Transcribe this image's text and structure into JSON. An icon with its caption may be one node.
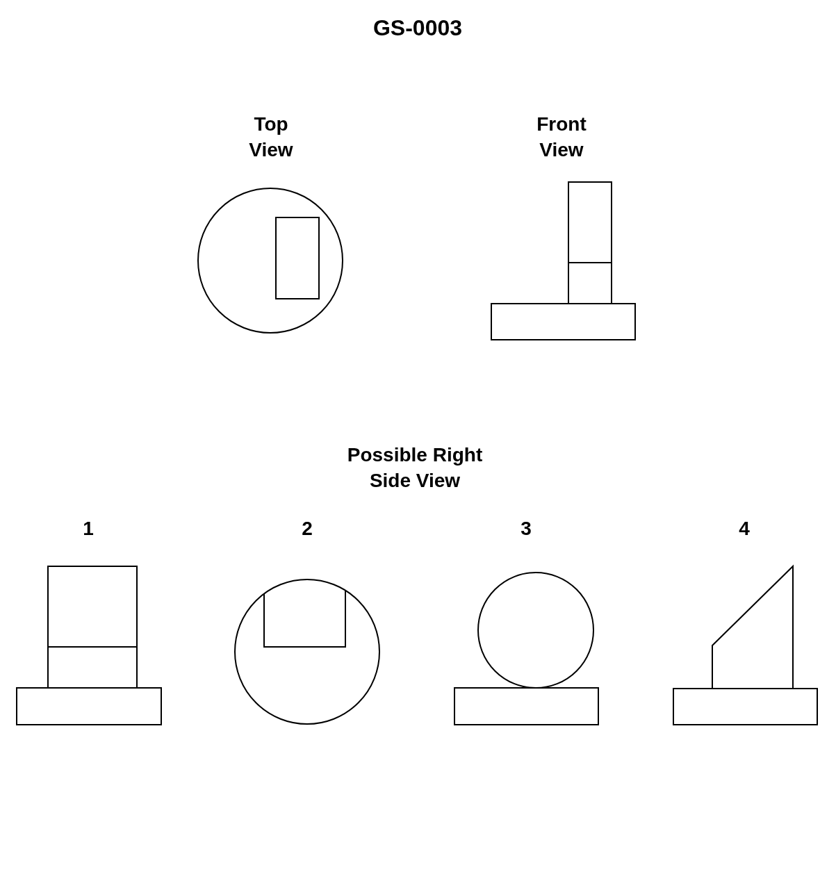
{
  "diagram": {
    "title": "GS-0003",
    "labels": [
      "Top View",
      "Front View",
      "Possible Right Side View",
      "1",
      "2",
      "3",
      "4"
    ]
  }
}
